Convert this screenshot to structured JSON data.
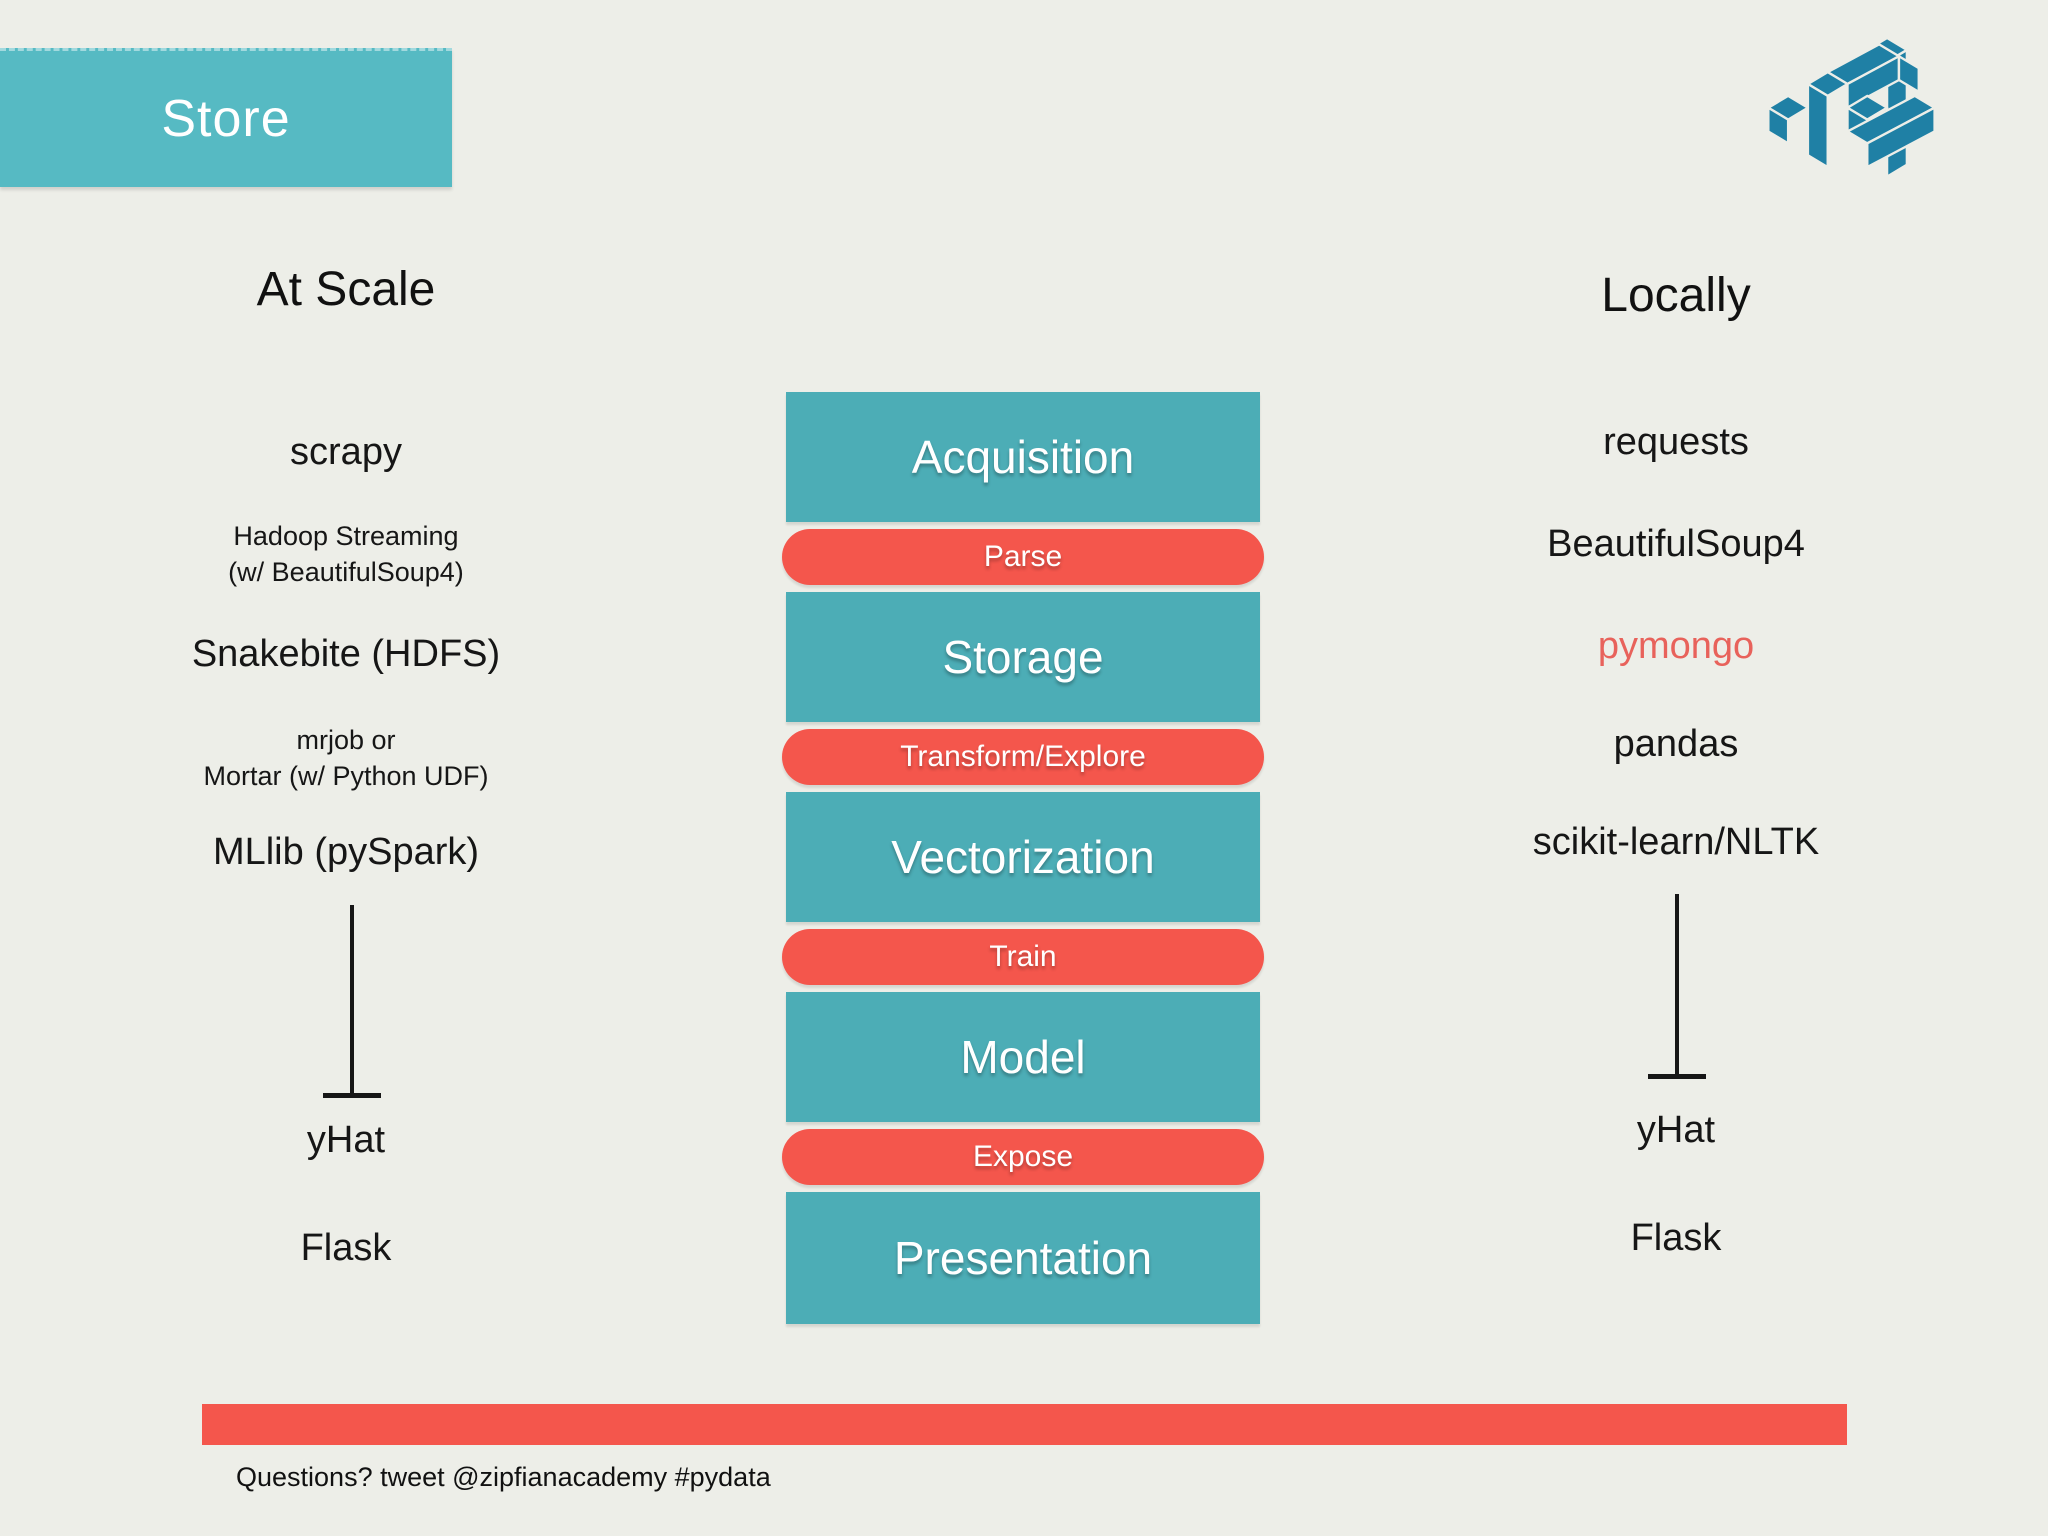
{
  "banner": {
    "title": "Store"
  },
  "logo": {
    "icon": "isometric-knot-logo"
  },
  "colors": {
    "background": "#EDEEE8",
    "banner_teal": "#56BAC3",
    "stage_teal": "#4CADB6",
    "accent_red": "#F4564C",
    "pymongo_red": "#E8625B",
    "logo_teal": "#1F80A5",
    "text_dark": "#161616"
  },
  "left_column": {
    "heading": "At Scale",
    "items": [
      {
        "text": "scrapy",
        "size": "large"
      },
      {
        "line1": "Hadoop Streaming",
        "line2": "(w/ BeautifulSoup4)",
        "size": "small"
      },
      {
        "text": "Snakebite (HDFS)",
        "size": "large"
      },
      {
        "line1": "mrjob or",
        "line2": "Mortar (w/ Python UDF)",
        "size": "small"
      },
      {
        "text": "MLlib (pySpark)",
        "size": "large"
      }
    ],
    "deploy_items": [
      {
        "text": "yHat"
      },
      {
        "text": "Flask"
      }
    ]
  },
  "right_column": {
    "heading": "Locally",
    "items": [
      {
        "text": "requests",
        "highlight": false
      },
      {
        "text": "BeautifulSoup4",
        "highlight": false
      },
      {
        "text": "pymongo",
        "highlight": true
      },
      {
        "text": "pandas",
        "highlight": false
      },
      {
        "text": "scikit-learn/NLTK",
        "highlight": false
      }
    ],
    "deploy_items": [
      {
        "text": "yHat"
      },
      {
        "text": "Flask"
      }
    ]
  },
  "pipeline": {
    "stages": [
      {
        "label": "Acquisition",
        "type": "stage"
      },
      {
        "label": "Parse",
        "type": "action"
      },
      {
        "label": "Storage",
        "type": "stage"
      },
      {
        "label": "Transform/Explore",
        "type": "action"
      },
      {
        "label": "Vectorization",
        "type": "stage"
      },
      {
        "label": "Train",
        "type": "action"
      },
      {
        "label": "Model",
        "type": "stage"
      },
      {
        "label": "Expose",
        "type": "action"
      },
      {
        "label": "Presentation",
        "type": "stage"
      }
    ]
  },
  "footer": {
    "text": "Questions? tweet @zipfianacademy #pydata"
  }
}
